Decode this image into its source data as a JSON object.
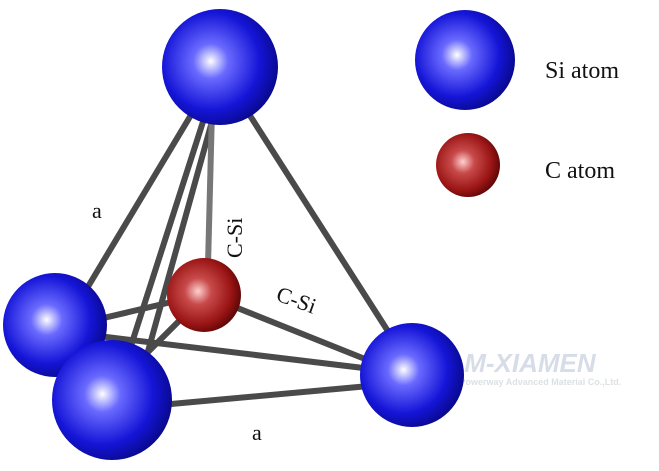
{
  "legend": {
    "si_label": "Si atom",
    "c_label": "C atom"
  },
  "labels": {
    "edge_a_left": "a",
    "edge_a_bottom": "a",
    "bond_vertical": "C-Si",
    "bond_right": "C-Si"
  },
  "watermark": {
    "brand": "PAM-XIAMEN",
    "company": "Xiamen Powerway Advanced Material Co.,Ltd."
  },
  "colors": {
    "si": "#1a1adf",
    "c": "#a01818",
    "bond": "#4a4a4a"
  }
}
